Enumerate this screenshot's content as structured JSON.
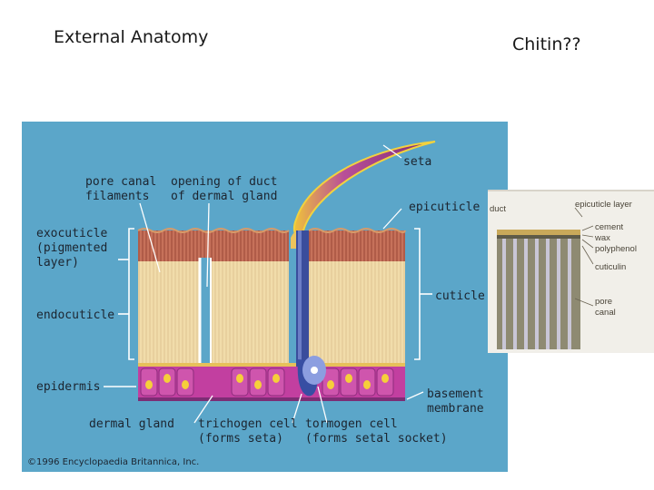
{
  "slide": {
    "title_left": "External Anatomy",
    "title_right": "Chitin??"
  },
  "main_figure": {
    "labels": {
      "seta": "seta",
      "pore_canal_1": "pore canal",
      "pore_canal_2": "filaments",
      "duct_1": "opening of duct",
      "duct_2": "of dermal gland",
      "epicuticle": "epicuticle",
      "exocuticle_1": "exocuticle",
      "exocuticle_2": "(pigmented",
      "exocuticle_3": "layer)",
      "endocuticle": "endocuticle",
      "cuticle": "cuticle",
      "epidermis": "epidermis",
      "basement_1": "basement",
      "basement_2": "membrane",
      "dermal_gland": "dermal gland",
      "trichogen_1": "trichogen cell",
      "trichogen_2": "(forms seta)",
      "tormogen_1": "tormogen cell",
      "tormogen_2": "(forms setal socket)"
    },
    "copyright": "©1996 Encyclopaedia Britannica, Inc.",
    "colors": {
      "background": "#5ba6c9",
      "exocuticle": "#b9604a",
      "endocuticle": "#f2dda7",
      "epidermis": "#c23fa0",
      "nucleus": "#f6cf3a",
      "seta": "#a63c8c",
      "seta_edge": "#f3d23e"
    }
  },
  "inset_figure": {
    "labels": {
      "duct": "duct",
      "epicuticle_layer": "epicuticle layer",
      "cement": "cement",
      "wax": "wax",
      "polyphenol": "polyphenol",
      "cuticulin": "cuticulin",
      "pore_1": "pore",
      "pore_2": "canal"
    }
  }
}
